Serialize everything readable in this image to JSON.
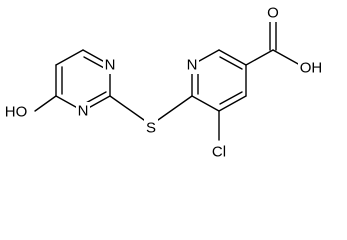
{
  "molecule": {
    "atoms": {
      "hydroxyl_pyrimidine": "HO",
      "pyrimidine_n_upper": "N",
      "pyrimidine_n_lower": "N",
      "thioether_s": "S",
      "pyridine_n": "N",
      "chlorine": "Cl",
      "carbonyl_o": "O",
      "acid_oh": "OH"
    }
  }
}
